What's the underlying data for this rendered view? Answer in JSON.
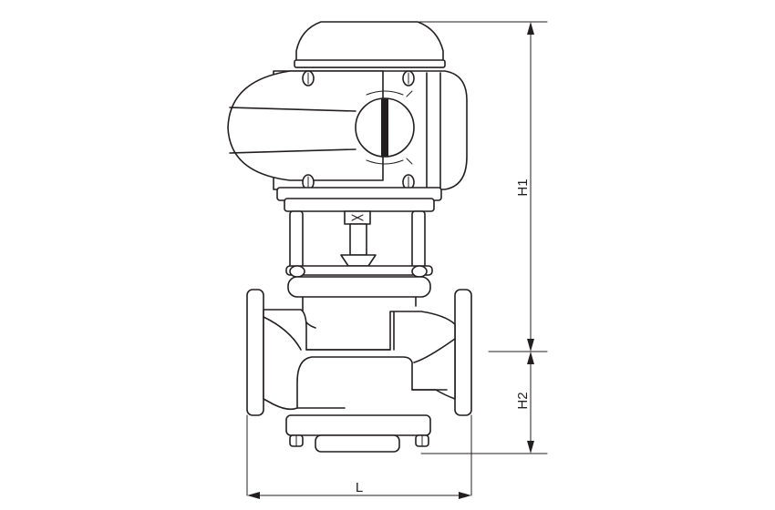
{
  "drawing": {
    "dimension_labels": {
      "h1": "H1",
      "h2": "H2",
      "l": "L"
    },
    "line_color": "#231f20",
    "background_color": "#ffffff",
    "subject": "electric-actuator-control-valve"
  }
}
